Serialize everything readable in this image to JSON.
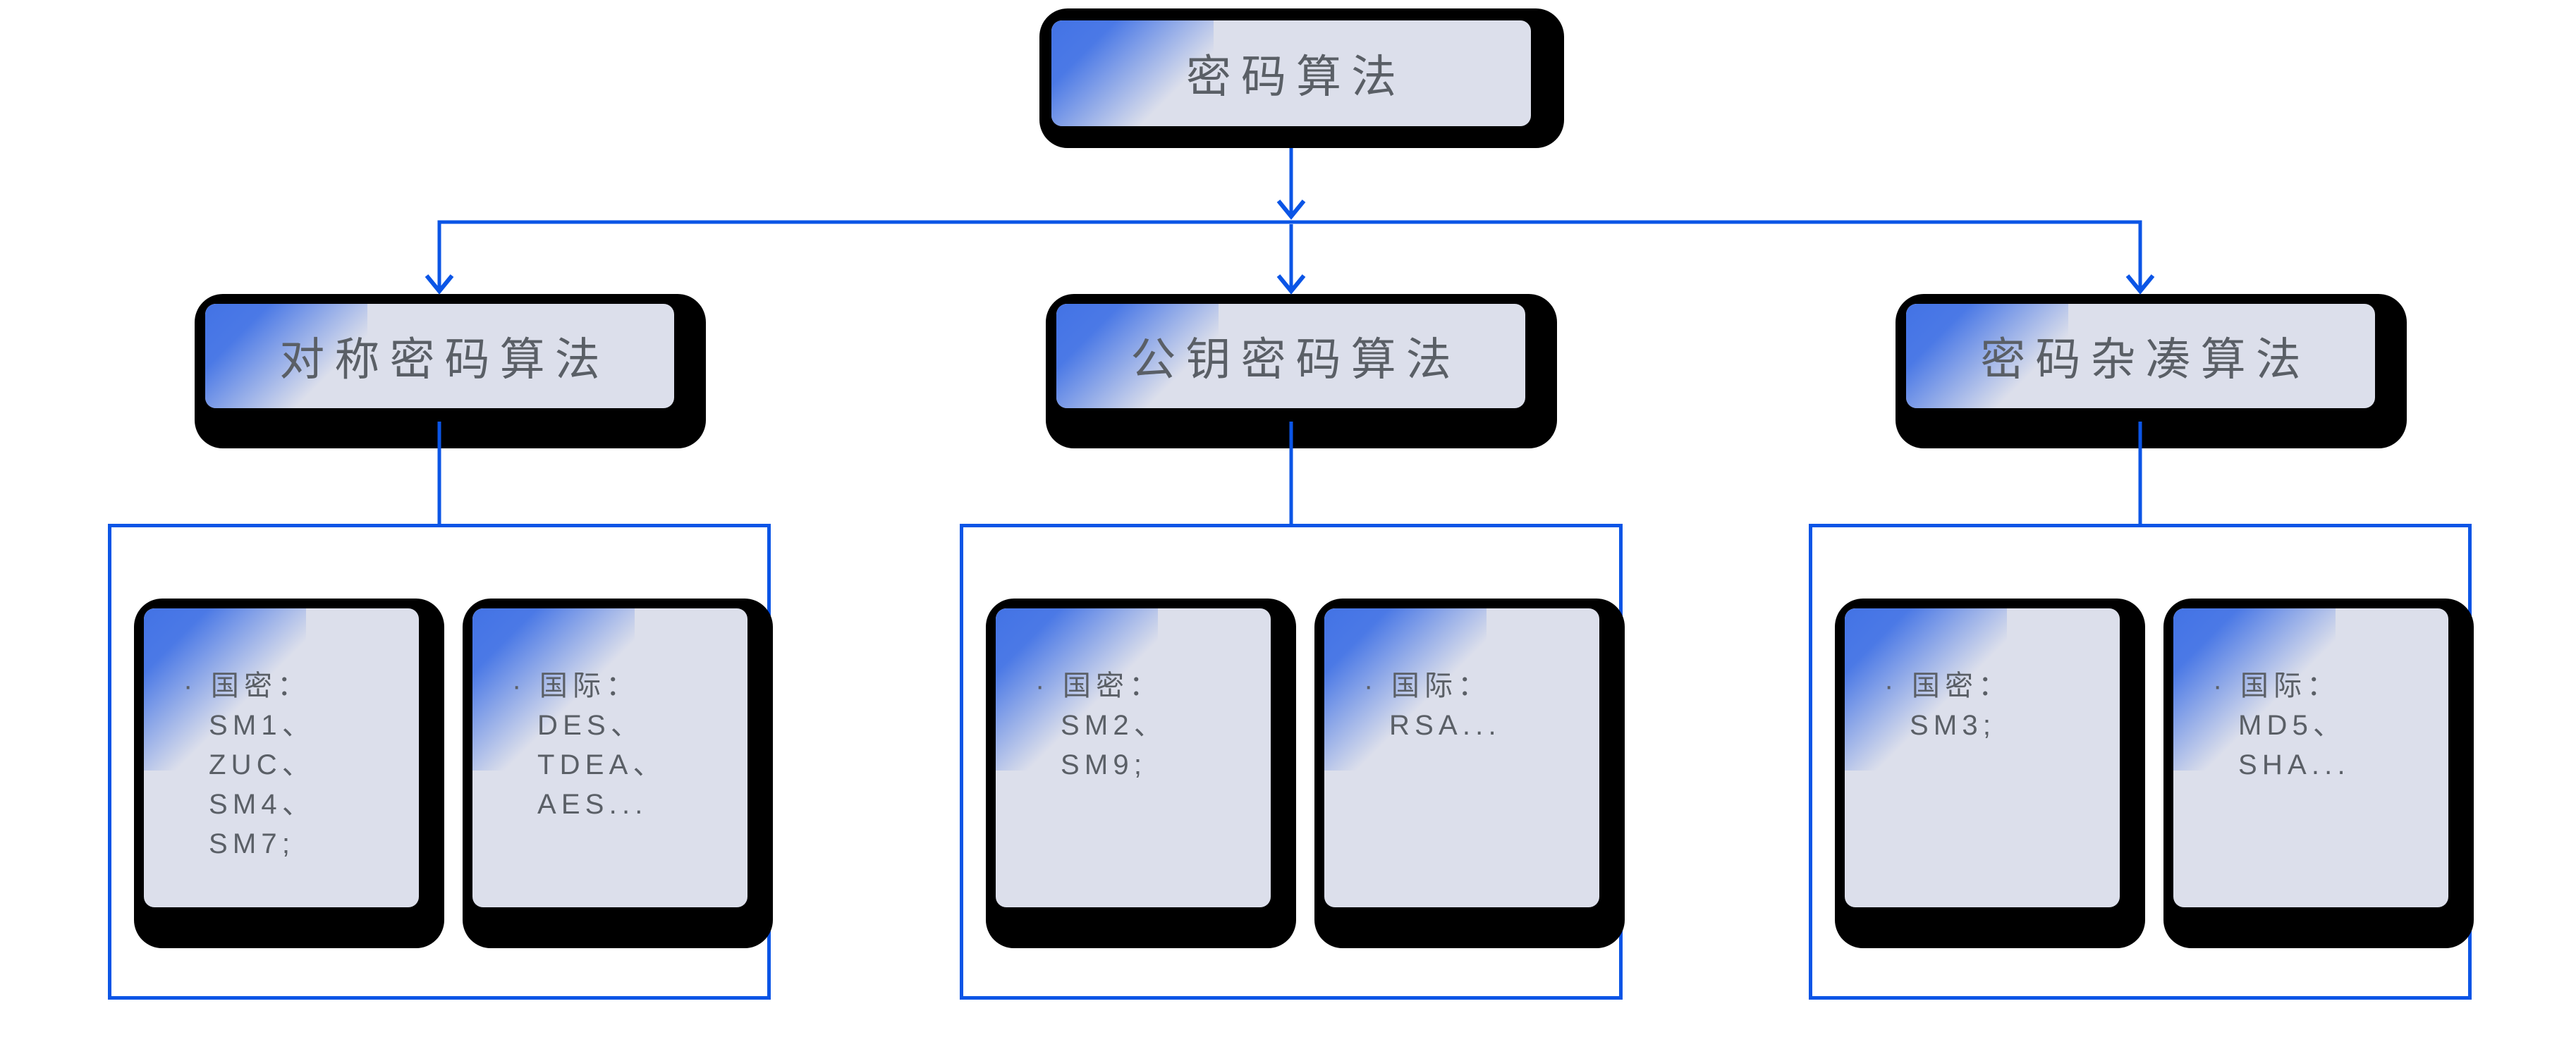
{
  "diagram": {
    "root": {
      "label": "密码算法"
    },
    "branches": [
      {
        "label": "对称密码算法",
        "children": [
          {
            "lines": [
              "· 国密：",
              "SM1、",
              "ZUC、",
              "SM4、",
              "SM7;"
            ]
          },
          {
            "lines": [
              "· 国际：",
              "DES、",
              "TDEA、",
              "AES..."
            ]
          }
        ]
      },
      {
        "label": "公钥密码算法",
        "children": [
          {
            "lines": [
              "· 国密：",
              "SM2、",
              "SM9;"
            ]
          },
          {
            "lines": [
              "· 国际：",
              "RSA..."
            ]
          }
        ]
      },
      {
        "label": "密码杂凑算法",
        "children": [
          {
            "lines": [
              "· 国密：",
              "SM3;"
            ]
          },
          {
            "lines": [
              "· 国际：",
              "MD5、",
              "SHA..."
            ]
          }
        ]
      }
    ],
    "colors": {
      "connector_blue": "#0b55e6",
      "corner_gradient_blue": "#4373e5",
      "card_fill": "#dcdfeb",
      "card_shadow": "#000000",
      "text_gray": "#5a5f66",
      "background": "#ffffff"
    }
  }
}
